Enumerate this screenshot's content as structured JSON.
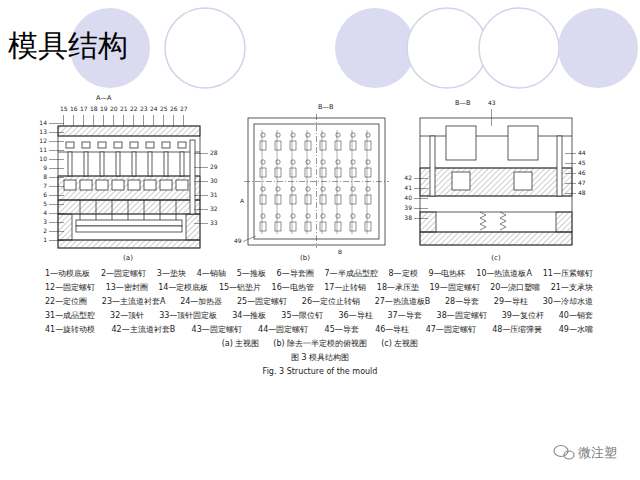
{
  "diagram": {
    "title": "模具结构",
    "caption": "图 3 模具结构图",
    "labels": [
      "1—动模底板",
      "2—固定螺钉",
      "3—垫块",
      "4—销轴",
      "5—推板",
      "6—导套圈",
      "7—半成品型腔",
      "8—定模",
      "9—电热杯",
      "10—热流道板A",
      "11—压紧螺钉",
      "12—固定螺钉",
      "13—密封圈",
      "14—定模底板",
      "15—铝垫片",
      "16—电热管",
      "17—止转销",
      "18—承压垫",
      "19—固定螺钉",
      "20—浇口塑嘴",
      "21—支承块",
      "22—定位圈",
      "23—主流道衬套A",
      "24—加热器",
      "25—固定螺钉",
      "26—定位止转销",
      "27—热流道板B",
      "28—导套",
      "29—导柱",
      "30—冷却水道",
      "31—成品型腔",
      "32—顶针",
      "33—顶针固定板",
      "34—推板",
      "35—限位钉",
      "36—导柱",
      "37—导套",
      "38—固定螺钉",
      "39—复位杆",
      "40—销套",
      "41—旋转动模",
      "42—主流道衬套B",
      "43—固定螺钉",
      "44—固定螺钉",
      "45—导套",
      "46—导柱",
      "47—固定螺钉",
      "48—压缩弹簧",
      "49—水嘴",
      "(a) 主视图",
      "(b) 除去一半定模的俯视图",
      "(c) 左视图",
      "Fig. 3 Structure of the mould",
      "微注塑",
      "A—A",
      "15",
      "16",
      "17",
      "18",
      "19",
      "20",
      "21",
      "22",
      "23",
      "24",
      "25",
      "26",
      "27",
      "14",
      "13",
      "12",
      "11",
      "10",
      "9",
      "8",
      "7",
      "6",
      "5",
      "4",
      "3",
      "2",
      "1",
      "28",
      "29",
      "30",
      "31",
      "32",
      "33",
      "(a)",
      "B—B",
      "A",
      "49",
      "B",
      "(b)",
      "B—B",
      "43",
      "44",
      "45",
      "46",
      "47",
      "48",
      "42",
      "41",
      "40",
      "39",
      "38",
      "(c)"
    ]
  }
}
